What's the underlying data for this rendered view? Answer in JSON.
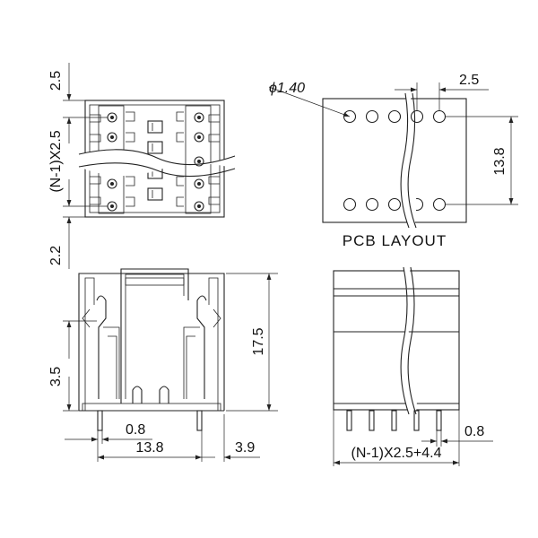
{
  "top_view": {
    "dim_top_offset": "2.5",
    "dim_pitch_count": "(N-1)X2.5",
    "dim_bottom_offset": "2.2"
  },
  "pcb_layout": {
    "hole_diameter": "ϕ1.40",
    "dim_pitch": "2.5",
    "dim_row_spacing": "13.8",
    "caption": "PCB LAYOUT"
  },
  "side_view": {
    "dim_height": "17.5",
    "dim_lower_height": "3.5",
    "dim_pin_width": "0.8",
    "dim_width": "13.8",
    "dim_pin_offset": "3.9"
  },
  "front_view": {
    "dim_pin_width": "0.8",
    "dim_length": "(N-1)X2.5+4.4"
  }
}
